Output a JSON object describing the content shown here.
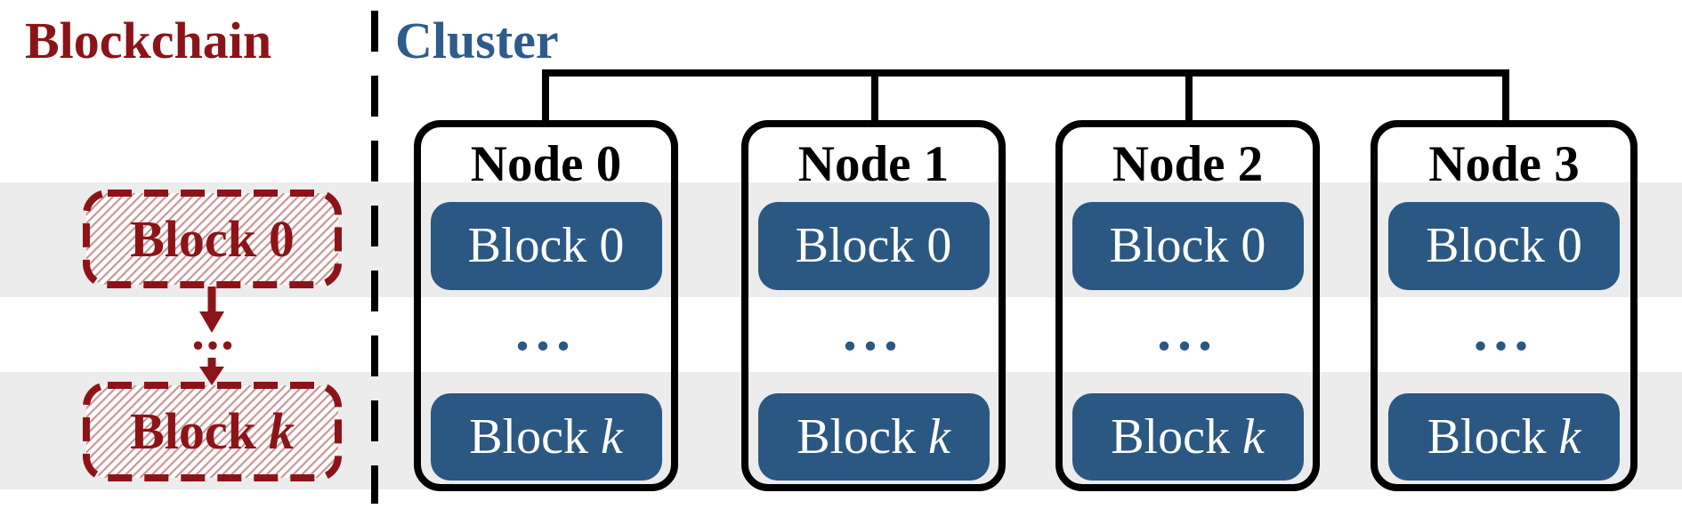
{
  "colors": {
    "red": "#8C1418",
    "blue": "#2B5783",
    "blue_title": "#2E5B8D",
    "band": "#ECECEC",
    "line": "#000000",
    "white": "#FFFFFF"
  },
  "blockchain": {
    "title": "Blockchain",
    "blocks": [
      {
        "prefix": "Block",
        "suffix": "0"
      },
      {
        "prefix": "Block",
        "suffix": "k"
      }
    ],
    "ellipsis": "..."
  },
  "cluster": {
    "title": "Cluster",
    "nodes": [
      {
        "title": "Node 0",
        "ellipsis": "...",
        "blocks": [
          {
            "prefix": "Block",
            "suffix": "0"
          },
          {
            "prefix": "Block",
            "suffix": "k"
          }
        ]
      },
      {
        "title": "Node 1",
        "ellipsis": "...",
        "blocks": [
          {
            "prefix": "Block",
            "suffix": "0"
          },
          {
            "prefix": "Block",
            "suffix": "k"
          }
        ]
      },
      {
        "title": "Node 2",
        "ellipsis": "...",
        "blocks": [
          {
            "prefix": "Block",
            "suffix": "0"
          },
          {
            "prefix": "Block",
            "suffix": "k"
          }
        ]
      },
      {
        "title": "Node 3",
        "ellipsis": "...",
        "blocks": [
          {
            "prefix": "Block",
            "suffix": "0"
          },
          {
            "prefix": "Block",
            "suffix": "k"
          }
        ]
      }
    ]
  }
}
